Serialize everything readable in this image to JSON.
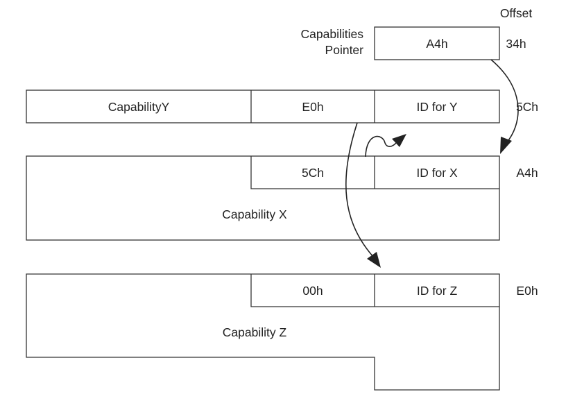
{
  "offset_header": "Offset",
  "capabilities_pointer": {
    "label_line1": "Capabilities",
    "label_line2": "Pointer",
    "value": "A4h",
    "offset": "34h"
  },
  "capability_y": {
    "name": "CapabilityY",
    "next_ptr": "E0h",
    "id": "ID for Y",
    "offset": "5Ch"
  },
  "capability_x": {
    "name": "Capability X",
    "next_ptr": "5Ch",
    "id": "ID for X",
    "offset": "A4h"
  },
  "capability_z": {
    "name": "Capability Z",
    "next_ptr": "00h",
    "id": "ID for Z",
    "offset": "E0h"
  }
}
